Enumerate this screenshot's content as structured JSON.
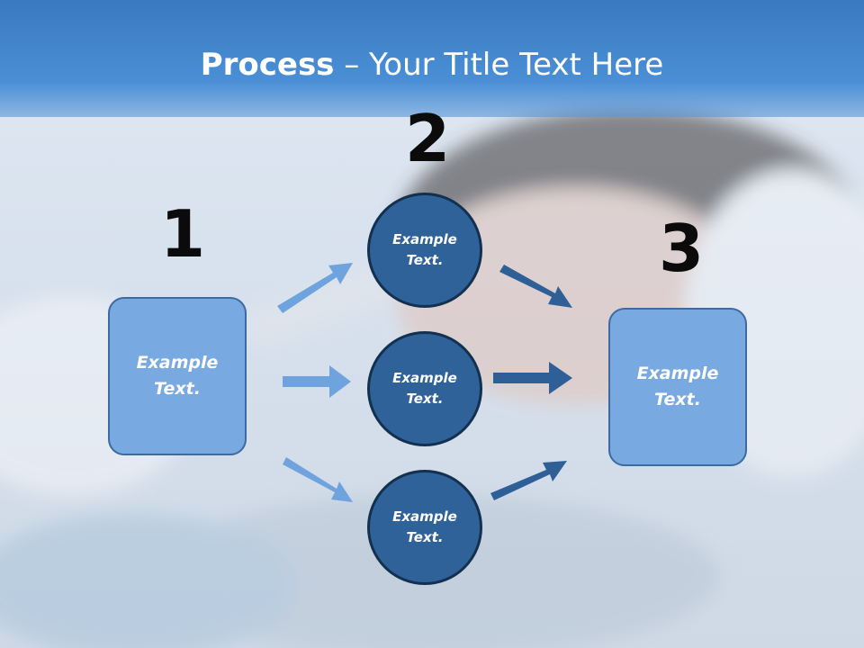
{
  "title": {
    "bold": "Process",
    "rest": " – Your Title Text Here"
  },
  "steps": {
    "n1": "1",
    "n2": "2",
    "n3": "3"
  },
  "box_left": {
    "line1": "Example",
    "line2": "Text."
  },
  "box_right": {
    "line1": "Example",
    "line2": "Text."
  },
  "circles": [
    {
      "line1": "Example",
      "line2": "Text."
    },
    {
      "line1": "Example",
      "line2": "Text."
    },
    {
      "line1": "Example",
      "line2": "Text."
    }
  ],
  "colors": {
    "light_blue": "#78a9e0",
    "dark_blue": "#2f6299",
    "arrow_light": "#6fa3dd",
    "arrow_dark": "#2e5f97",
    "title_band": "#4a8fd6"
  }
}
